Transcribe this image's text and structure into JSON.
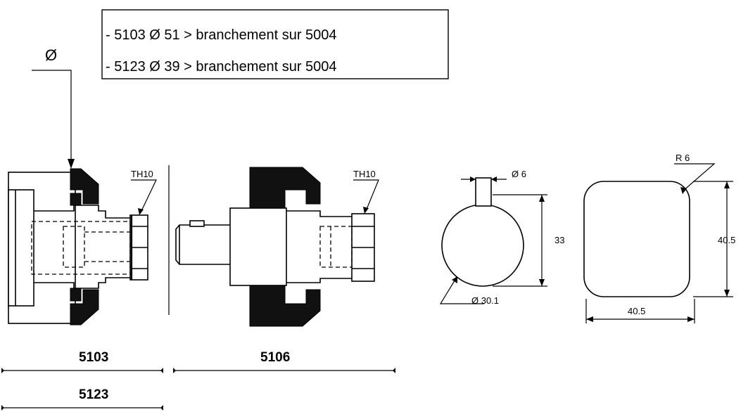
{
  "legend": {
    "line1": "- 5103 Ø 51 > branchement sur 5004",
    "line2": "- 5123 Ø 39 > branchement sur 5004"
  },
  "diameter_symbol": "Ø",
  "labels": {
    "th10_left": "TH10",
    "th10_right": "TH10",
    "d6": "Ø 6",
    "h33": "33",
    "d30": "Ø 30.1",
    "r6": "R 6",
    "h405": "40.5",
    "w405": "40.5"
  },
  "parts": {
    "p5103": "5103",
    "p5106": "5106",
    "p5123": "5123"
  }
}
